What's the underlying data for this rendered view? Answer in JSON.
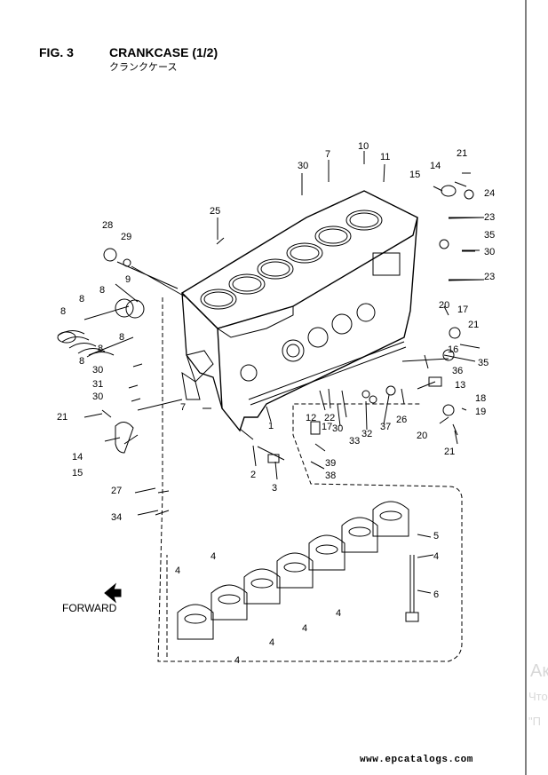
{
  "header": {
    "fig_number": "FIG. 3",
    "title": "CRANKCASE (1/2)",
    "subtitle": "クランクケース"
  },
  "forward_label": "FORWARD",
  "watermark": {
    "line1": "Ак",
    "line2": "Что",
    "line3": "\"П"
  },
  "footer": {
    "site": "www.epcatalogs.com"
  },
  "callouts": [
    {
      "id": "c7a",
      "text": "7"
    },
    {
      "id": "c10",
      "text": "10"
    },
    {
      "id": "c11",
      "text": "11"
    },
    {
      "id": "c30a",
      "text": "30"
    },
    {
      "id": "c21a",
      "text": "21"
    },
    {
      "id": "c15a",
      "text": "15"
    },
    {
      "id": "c14a",
      "text": "14"
    },
    {
      "id": "c24",
      "text": "24"
    },
    {
      "id": "c25",
      "text": "25"
    },
    {
      "id": "c23a",
      "text": "23"
    },
    {
      "id": "c28",
      "text": "28"
    },
    {
      "id": "c29",
      "text": "29"
    },
    {
      "id": "c35a",
      "text": "35"
    },
    {
      "id": "c30b",
      "text": "30"
    },
    {
      "id": "c23b",
      "text": "23"
    },
    {
      "id": "c9",
      "text": "9"
    },
    {
      "id": "c8a",
      "text": "8"
    },
    {
      "id": "c8b",
      "text": "8"
    },
    {
      "id": "c8c",
      "text": "8"
    },
    {
      "id": "c8d",
      "text": "8"
    },
    {
      "id": "c8e",
      "text": "8"
    },
    {
      "id": "c8f",
      "text": "8"
    },
    {
      "id": "c20a",
      "text": "20"
    },
    {
      "id": "c17a",
      "text": "17"
    },
    {
      "id": "c21b",
      "text": "21"
    },
    {
      "id": "c16",
      "text": "16"
    },
    {
      "id": "c35b",
      "text": "35"
    },
    {
      "id": "c36",
      "text": "36"
    },
    {
      "id": "c30c",
      "text": "30"
    },
    {
      "id": "c31",
      "text": "31"
    },
    {
      "id": "c30d",
      "text": "30"
    },
    {
      "id": "c13",
      "text": "13"
    },
    {
      "id": "c7b",
      "text": "7"
    },
    {
      "id": "c18",
      "text": "18"
    },
    {
      "id": "c19",
      "text": "19"
    },
    {
      "id": "c21c",
      "text": "21"
    },
    {
      "id": "c1",
      "text": "1"
    },
    {
      "id": "c12",
      "text": "12"
    },
    {
      "id": "c22",
      "text": "22"
    },
    {
      "id": "c26",
      "text": "26"
    },
    {
      "id": "c32",
      "text": "32"
    },
    {
      "id": "c33",
      "text": "33"
    },
    {
      "id": "c37",
      "text": "37"
    },
    {
      "id": "c20b",
      "text": "20"
    },
    {
      "id": "c17b",
      "text": "17"
    },
    {
      "id": "c30e",
      "text": "30"
    },
    {
      "id": "c21d",
      "text": "21"
    },
    {
      "id": "c14b",
      "text": "14"
    },
    {
      "id": "c39",
      "text": "39"
    },
    {
      "id": "c15b",
      "text": "15"
    },
    {
      "id": "c38",
      "text": "38"
    },
    {
      "id": "c2",
      "text": "2"
    },
    {
      "id": "c3",
      "text": "3"
    },
    {
      "id": "c27",
      "text": "27"
    },
    {
      "id": "c34",
      "text": "34"
    },
    {
      "id": "c5",
      "text": "5"
    },
    {
      "id": "c4a",
      "text": "4"
    },
    {
      "id": "c4b",
      "text": "4"
    },
    {
      "id": "c4c",
      "text": "4"
    },
    {
      "id": "c4d",
      "text": "4"
    },
    {
      "id": "c4e",
      "text": "4"
    },
    {
      "id": "c4f",
      "text": "4"
    },
    {
      "id": "c4g",
      "text": "4"
    },
    {
      "id": "c6",
      "text": "6"
    }
  ]
}
